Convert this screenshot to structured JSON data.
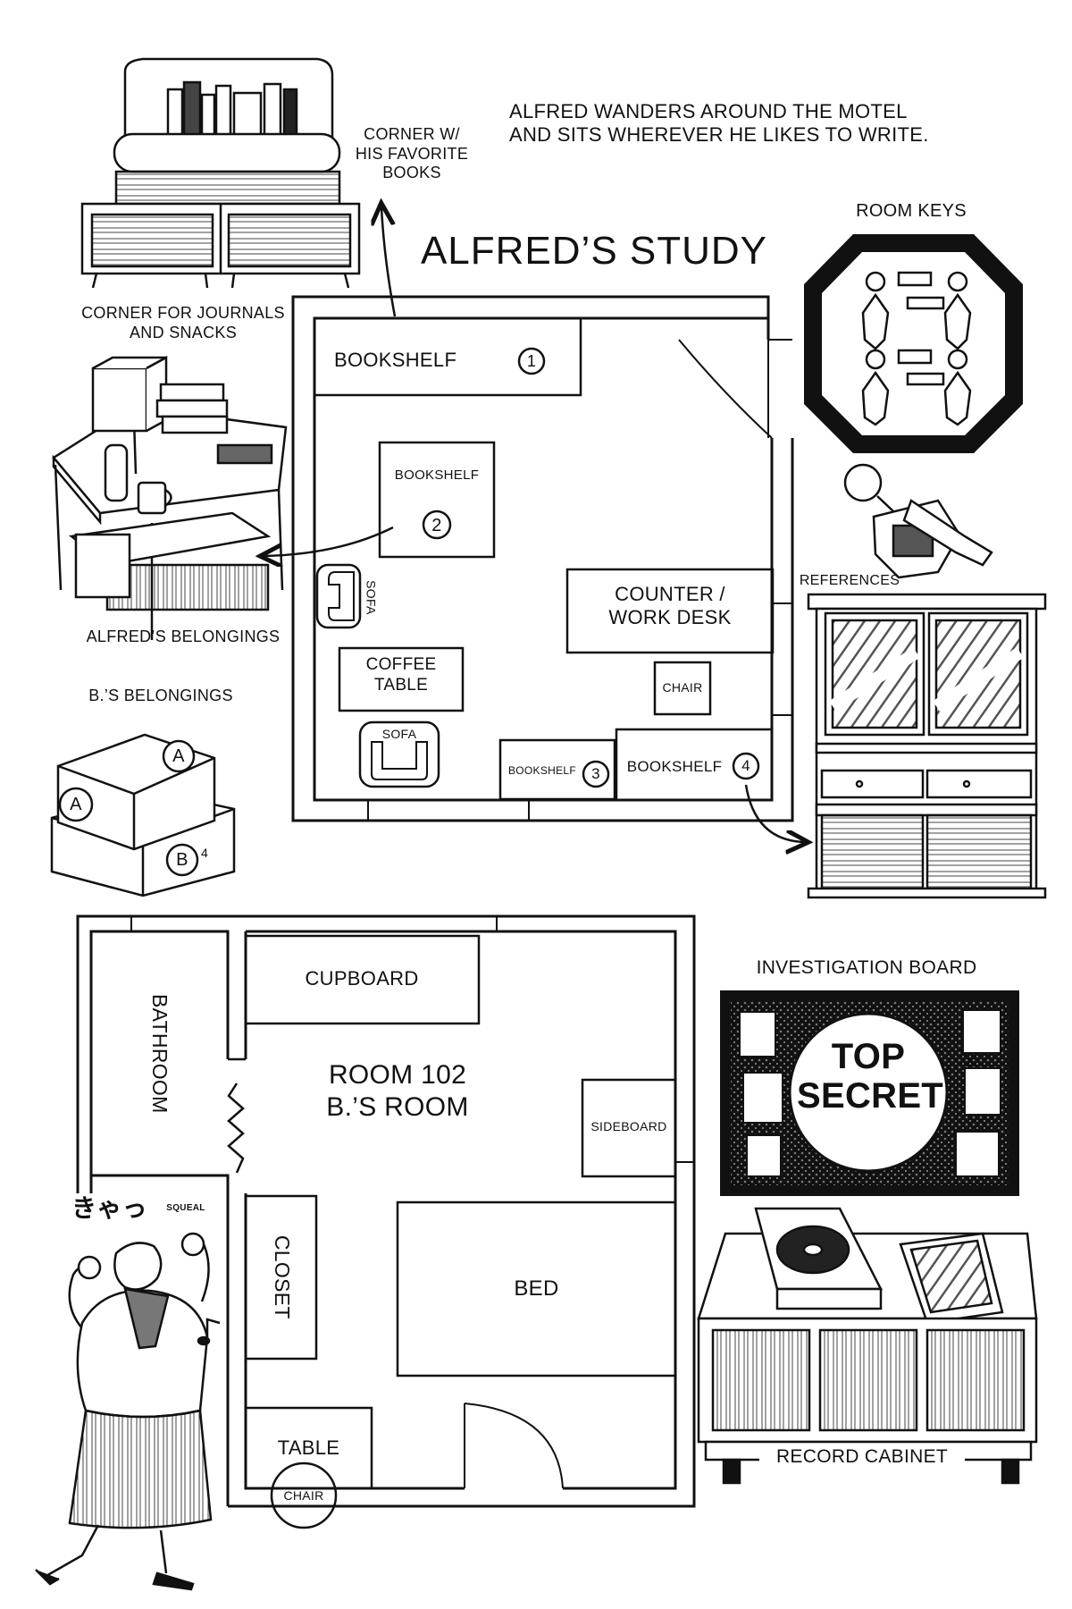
{
  "header": {
    "note_line1": "ALFRED WANDERS AROUND THE MOTEL",
    "note_line2": "AND SITS WHEREVER HE LIKES TO WRITE.",
    "study_title": "ALFRED’S STUDY"
  },
  "study": {
    "bookshelf1": "BOOKSHELF",
    "bookshelf1_num": "1",
    "bookshelf2": "BOOKSHELF",
    "bookshelf2_num": "2",
    "bookshelf3": "BOOKSHELF",
    "bookshelf3_num": "3",
    "bookshelf4": "BOOKSHELF",
    "bookshelf4_num": "4",
    "sofa_left": "SOFA",
    "sofa_bottom": "SOFA",
    "coffee_table_1": "COFFEE",
    "coffee_table_2": "TABLE",
    "counter_1": "COUNTER /",
    "counter_2": "WORK DESK",
    "chair": "CHAIR"
  },
  "callouts": {
    "favorite_books_1": "CORNER W/",
    "favorite_books_2": "HIS FAVORITE",
    "favorite_books_3": "BOOKS",
    "journals_1": "CORNER FOR JOURNALS",
    "journals_2": "AND SNACKS",
    "alfreds_belongings": "ALFRED’S BELONGINGS",
    "b_belongings": "B.’S BELONGINGS",
    "box_a": "A",
    "box_b": "B",
    "box_b_sub": "4",
    "room_keys": "ROOM KEYS",
    "references": "REFERENCES",
    "investigation_board": "INVESTIGATION BOARD",
    "top": "TOP",
    "secret": "SECRET",
    "record_cabinet": "RECORD CABINET",
    "squeal_jp": "きゃっ",
    "squeal_en": "SQUEAL"
  },
  "room102": {
    "title_1": "ROOM 102",
    "title_2": "B.’S ROOM",
    "bathroom": "BATHROOM",
    "cupboard": "CUPBOARD",
    "sideboard": "SIDEBOARD",
    "closet": "CLOSET",
    "bed": "BED",
    "table": "TABLE",
    "chair": "CHAIR"
  },
  "colors": {
    "ink": "#111111",
    "paper": "#ffffff",
    "tone": "#9a9a9a"
  }
}
